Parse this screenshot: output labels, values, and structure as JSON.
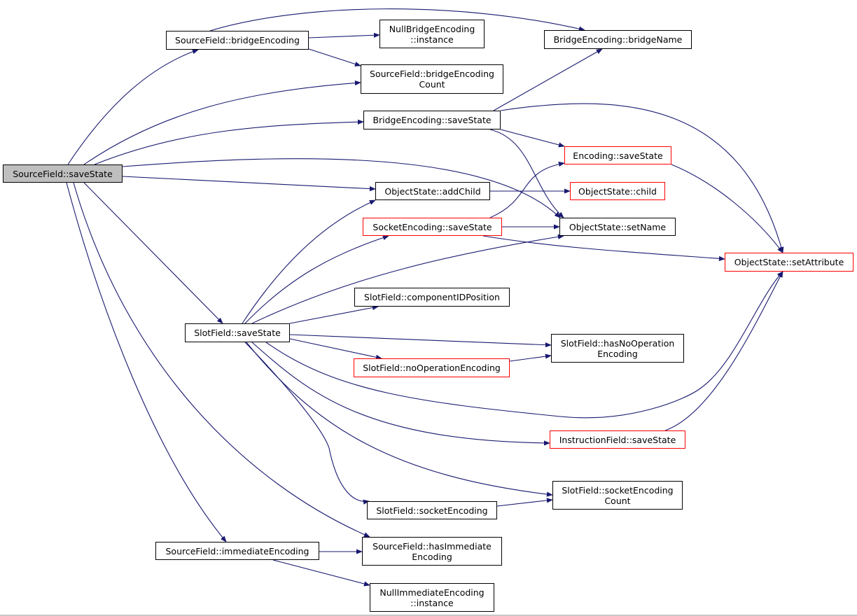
{
  "colors": {
    "edge": "#191970",
    "node_border": "#000000",
    "node_border_truncated": "#ff0000",
    "root_fill": "#bfbfbf"
  },
  "nodes": {
    "root": {
      "lines": [
        "SourceField::saveState"
      ]
    },
    "sfbe": {
      "lines": [
        "SourceField::bridgeEncoding"
      ]
    },
    "nbei": {
      "lines": [
        "NullBridgeEncoding",
        "::instance"
      ]
    },
    "bebn": {
      "lines": [
        "BridgeEncoding::bridgeName"
      ]
    },
    "sfbec": {
      "lines": [
        "SourceField::bridgeEncoding",
        "Count"
      ]
    },
    "bess": {
      "lines": [
        "BridgeEncoding::saveState"
      ]
    },
    "ess": {
      "lines": [
        "Encoding::saveState"
      ]
    },
    "osac": {
      "lines": [
        "ObjectState::addChild"
      ]
    },
    "osc": {
      "lines": [
        "ObjectState::child"
      ]
    },
    "sess": {
      "lines": [
        "SocketEncoding::saveState"
      ]
    },
    "ossn": {
      "lines": [
        "ObjectState::setName"
      ]
    },
    "ossa": {
      "lines": [
        "ObjectState::setAttribute"
      ]
    },
    "slcip": {
      "lines": [
        "SlotField::componentIDPosition"
      ]
    },
    "slss": {
      "lines": [
        "SlotField::saveState"
      ]
    },
    "slhno": {
      "lines": [
        "SlotField::hasNoOperation",
        "Encoding"
      ]
    },
    "slnoe": {
      "lines": [
        "SlotField::noOperationEncoding"
      ]
    },
    "ifss": {
      "lines": [
        "InstructionField::saveState"
      ]
    },
    "slsec": {
      "lines": [
        "SlotField::socketEncoding",
        "Count"
      ]
    },
    "slse": {
      "lines": [
        "SlotField::socketEncoding"
      ]
    },
    "sfie": {
      "lines": [
        "SourceField::immediateEncoding"
      ]
    },
    "sfhie": {
      "lines": [
        "SourceField::hasImmediate",
        "Encoding"
      ]
    },
    "niei": {
      "lines": [
        "NullImmediateEncoding",
        "::instance"
      ]
    }
  },
  "edges": [
    [
      "root",
      "sfbe"
    ],
    [
      "root",
      "sfbec"
    ],
    [
      "root",
      "bess"
    ],
    [
      "root",
      "ossn"
    ],
    [
      "root",
      "osac"
    ],
    [
      "root",
      "slss"
    ],
    [
      "root",
      "sfie"
    ],
    [
      "root",
      "sfhie"
    ],
    [
      "sfbe",
      "nbei"
    ],
    [
      "sfbe",
      "bebn"
    ],
    [
      "sfbe",
      "sfbec"
    ],
    [
      "bess",
      "bebn"
    ],
    [
      "bess",
      "ess"
    ],
    [
      "bess",
      "ossn"
    ],
    [
      "bess",
      "ossa"
    ],
    [
      "ess",
      "ossa"
    ],
    [
      "osac",
      "osc"
    ],
    [
      "sess",
      "ess"
    ],
    [
      "sess",
      "ossn"
    ],
    [
      "sess",
      "ossa"
    ],
    [
      "slss",
      "osac"
    ],
    [
      "slss",
      "sess"
    ],
    [
      "slss",
      "ossn"
    ],
    [
      "slss",
      "slcip"
    ],
    [
      "slss",
      "slhno"
    ],
    [
      "slss",
      "slnoe"
    ],
    [
      "slss",
      "ossa"
    ],
    [
      "slss",
      "ifss"
    ],
    [
      "slss",
      "slsec"
    ],
    [
      "slss",
      "slse"
    ],
    [
      "slnoe",
      "slhno"
    ],
    [
      "ifss",
      "ossa"
    ],
    [
      "slse",
      "slsec"
    ],
    [
      "sfie",
      "sfhie"
    ],
    [
      "sfie",
      "niei"
    ]
  ]
}
